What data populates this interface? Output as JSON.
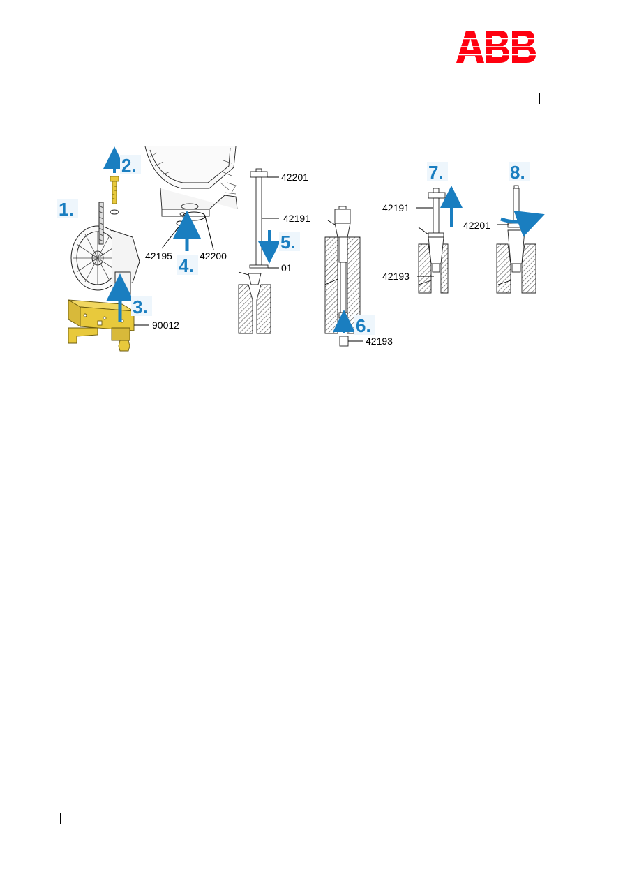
{
  "brand": {
    "logo_text": "ABB",
    "color": "#ff000f"
  },
  "colors": {
    "step": "#1a7ec0",
    "arrow": "#1a7ec0",
    "tool": "#e8c93c"
  },
  "steps": [
    "1.",
    "2.",
    "3.",
    "4.",
    "5.",
    "6.",
    "7.",
    "8."
  ],
  "labels": {
    "p90012": "90012",
    "p42195": "42195",
    "p42200": "42200",
    "p42201a": "42201",
    "p42191a": "42191",
    "p01": "01",
    "p42193a": "42193",
    "p42191b": "42191",
    "p42201b": "42201",
    "p42193b": "42193"
  }
}
